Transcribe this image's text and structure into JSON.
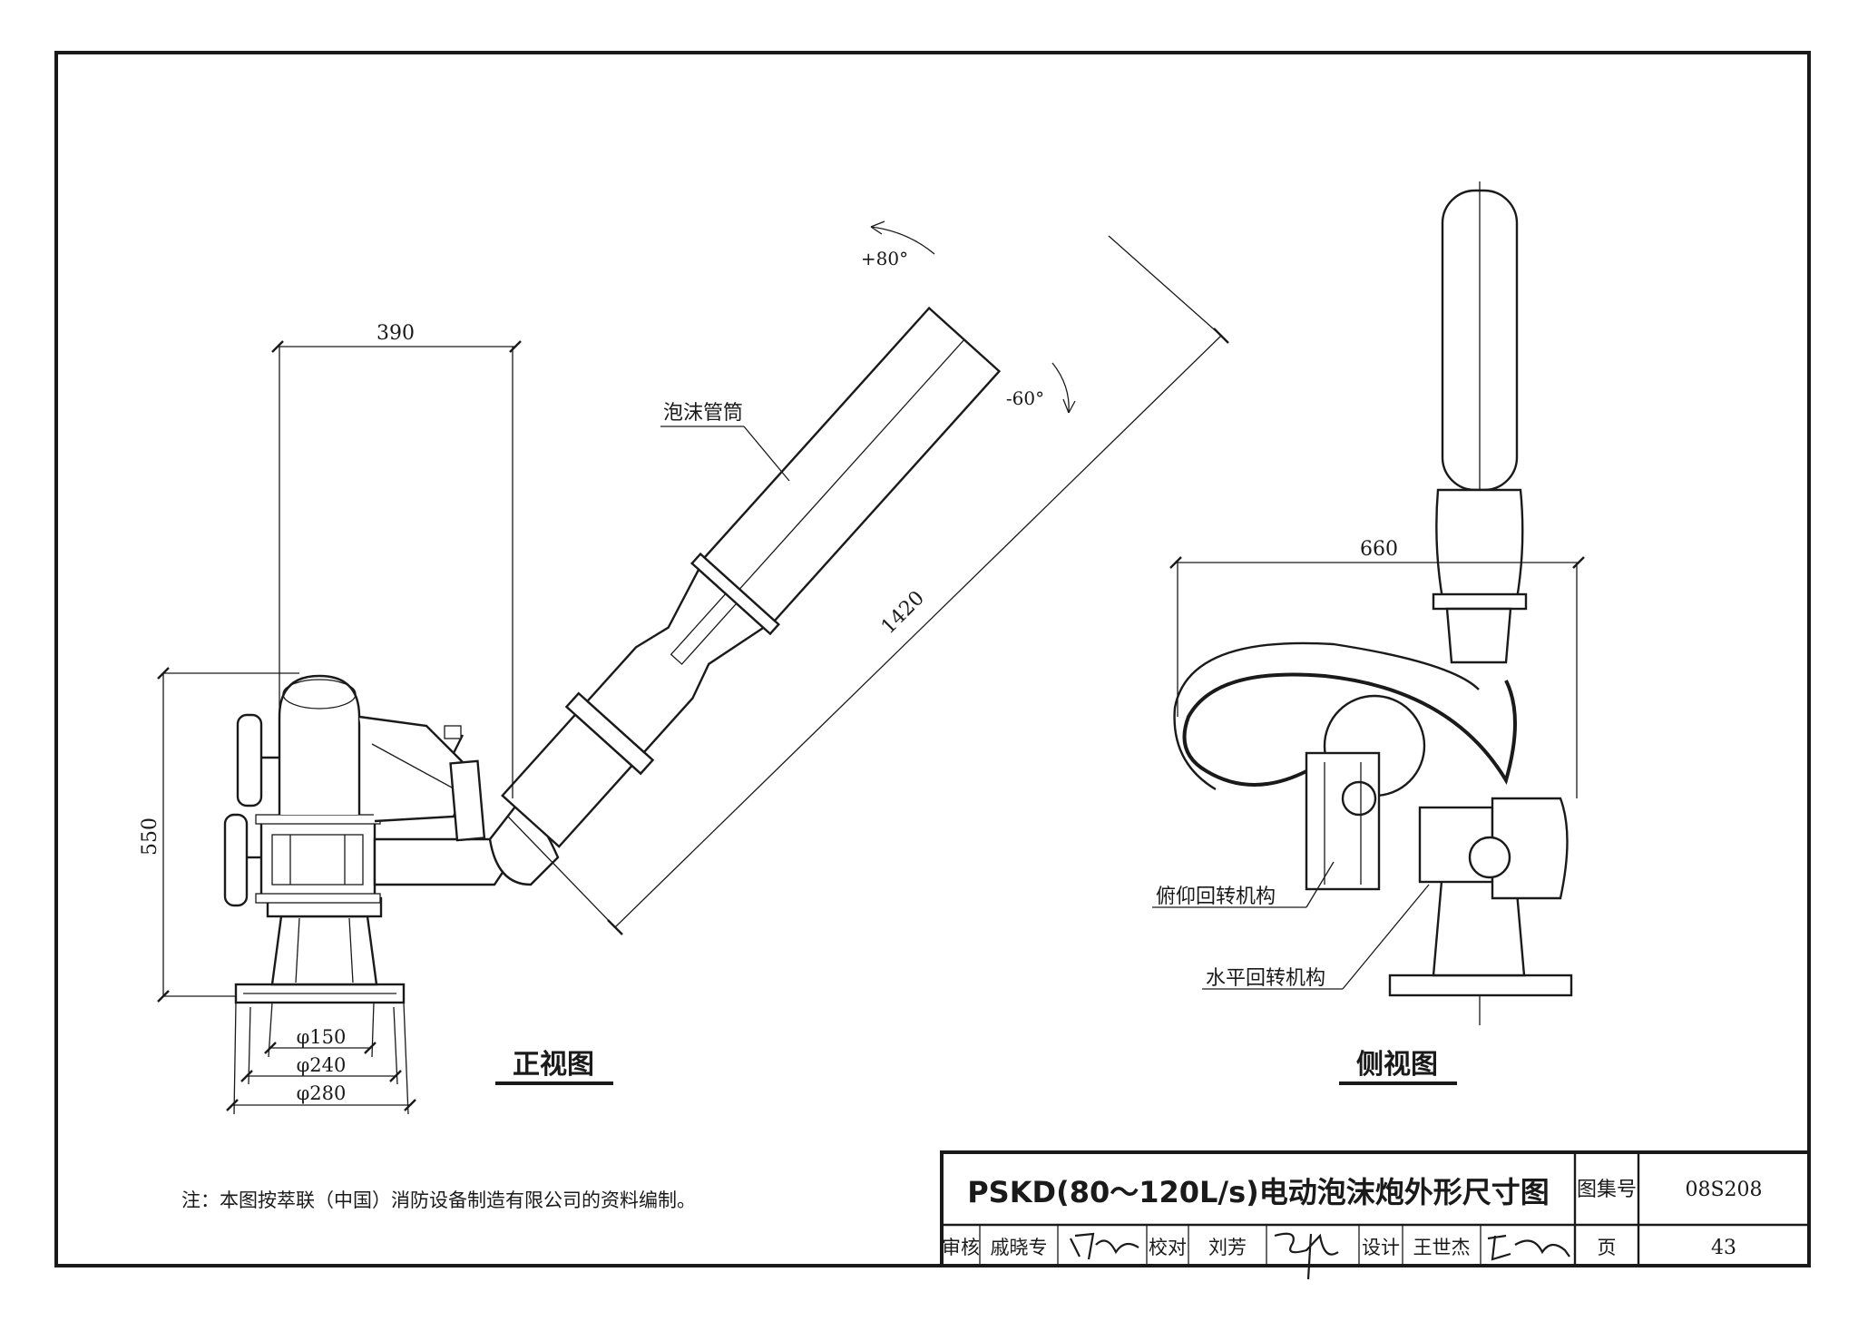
{
  "front_view": {
    "title": "正视图",
    "dim_width": "390",
    "dim_height": "550",
    "dim_length": "1420",
    "dim_d150": "φ150",
    "dim_d240": "φ240",
    "dim_d280": "φ280",
    "angle_up": "+80°",
    "angle_down": "-60°",
    "label_barrel": "泡沫管筒"
  },
  "side_view": {
    "title": "侧视图",
    "dim_width": "660",
    "label_pitch": "俯仰回转机构",
    "label_horizontal": "水平回转机构"
  },
  "note": "注：本图按萃联（中国）消防设备制造有限公司的资料编制。",
  "title_block": {
    "title": "PSKD(80～120L/s)电动泡沫炮外形尺寸图",
    "atlas_label": "图集号",
    "atlas_no": "08S208",
    "review_label": "审核",
    "reviewer": "戚晓专",
    "check_label": "校对",
    "checker": "刘芳",
    "design_label": "设计",
    "designer": "王世杰",
    "page_label": "页",
    "page_no": "43"
  }
}
